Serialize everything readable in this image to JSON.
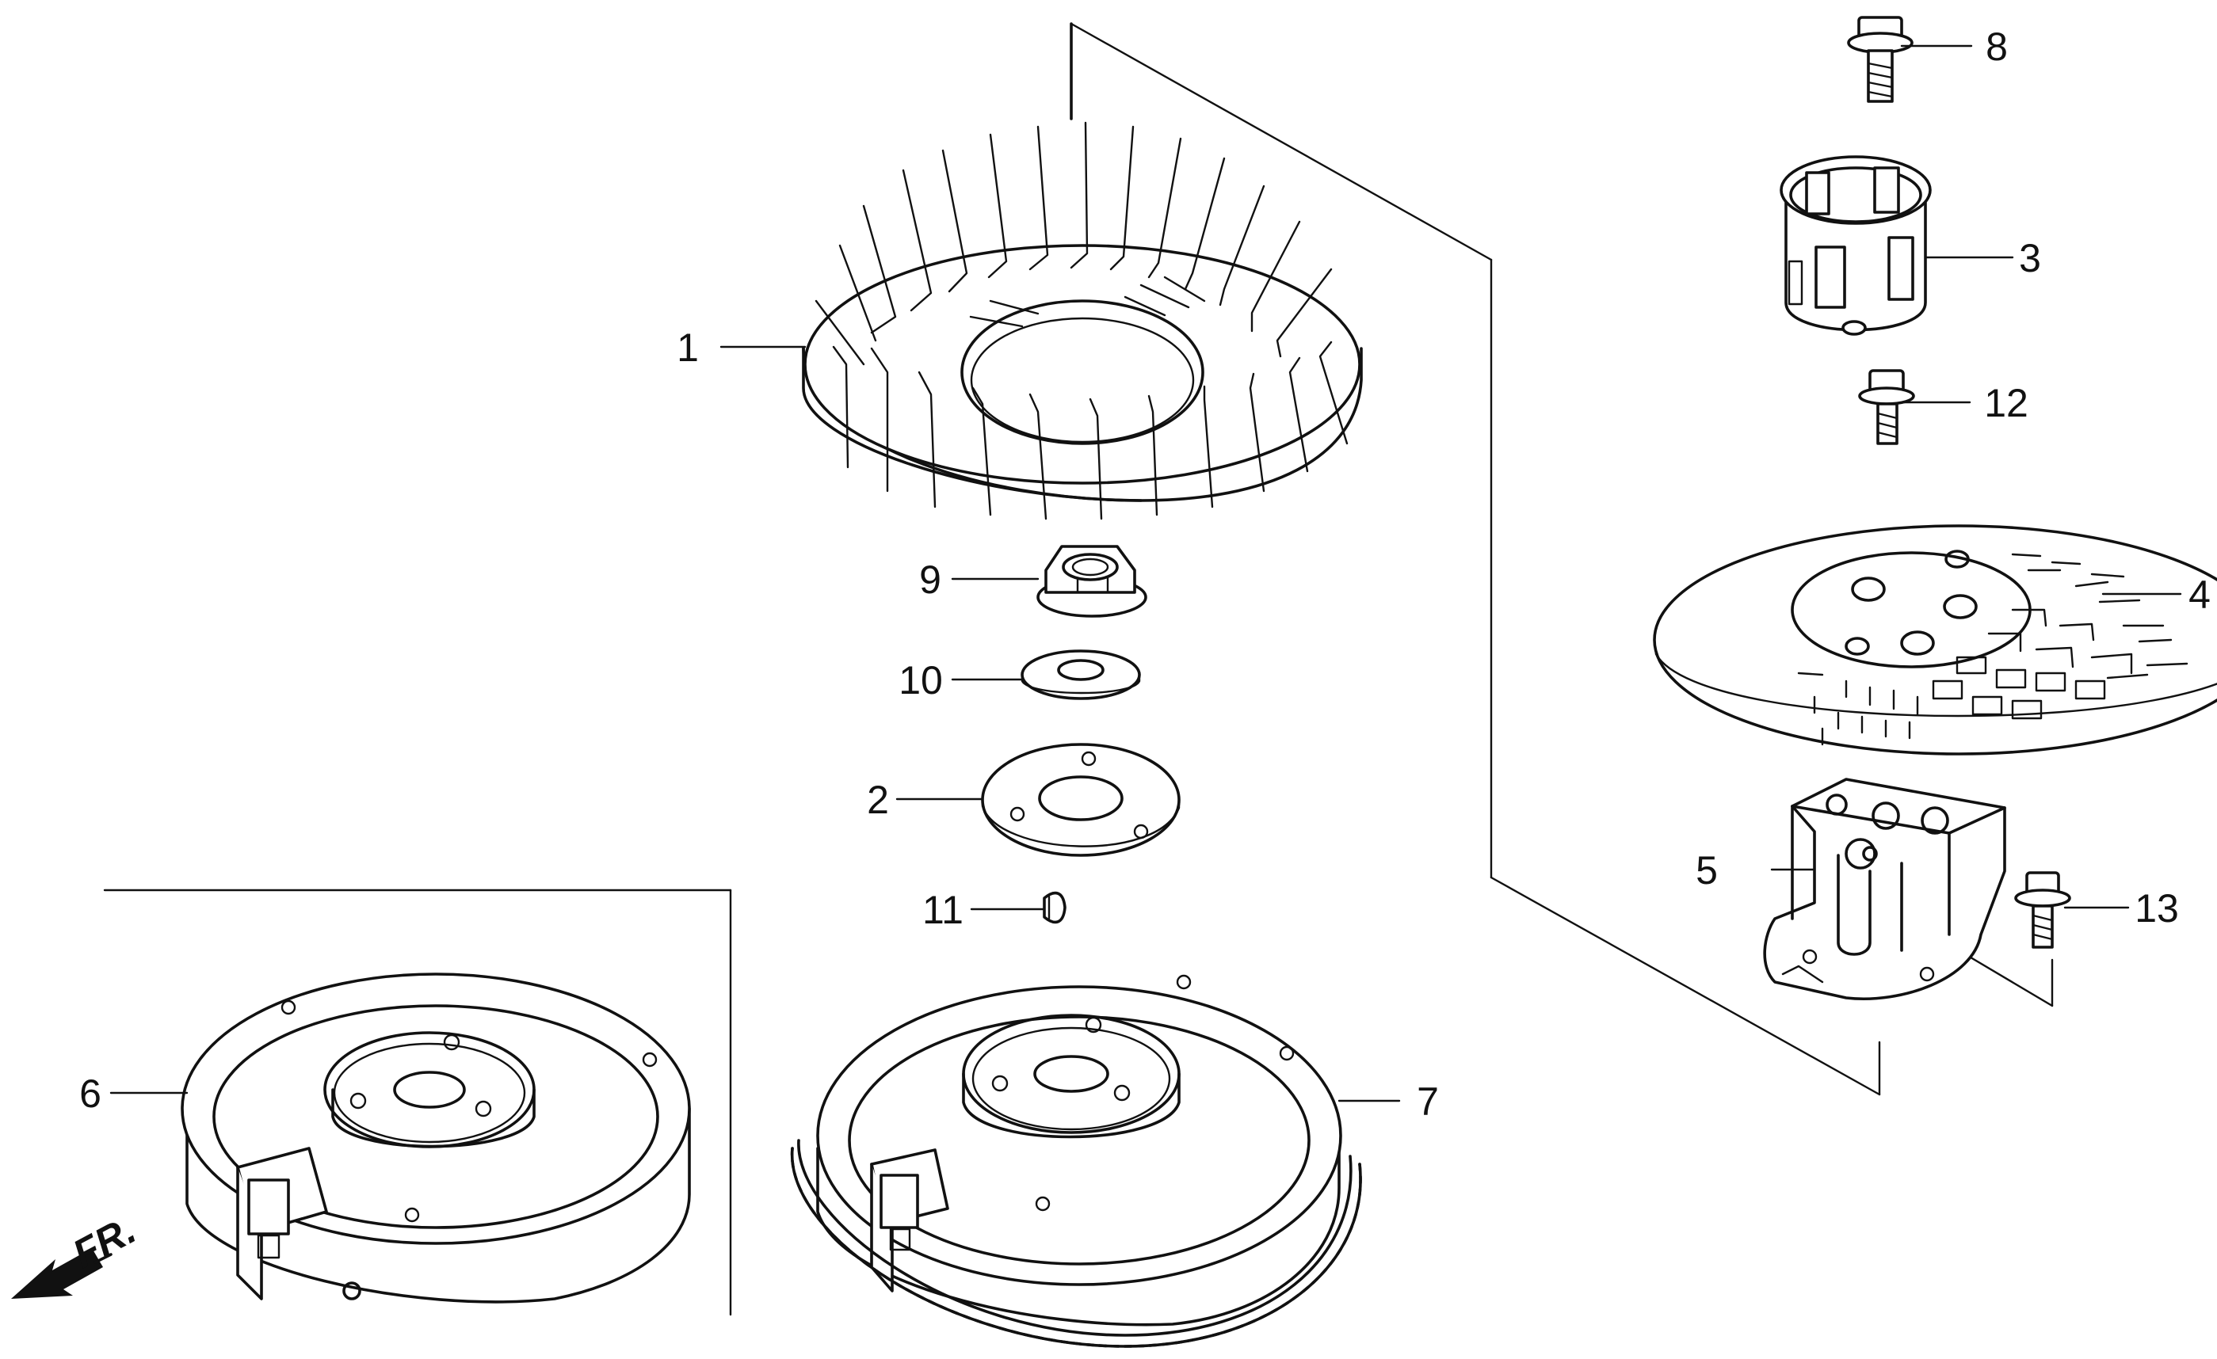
{
  "callouts": [
    {
      "key": "c1",
      "label": "1"
    },
    {
      "key": "c2",
      "label": "2"
    },
    {
      "key": "c3",
      "label": "3"
    },
    {
      "key": "c4",
      "label": "4"
    },
    {
      "key": "c5",
      "label": "5"
    },
    {
      "key": "c6",
      "label": "6"
    },
    {
      "key": "c7",
      "label": "7"
    },
    {
      "key": "c8",
      "label": "8"
    },
    {
      "key": "c9",
      "label": "9"
    },
    {
      "key": "c10",
      "label": "10"
    },
    {
      "key": "c11",
      "label": "11"
    },
    {
      "key": "c12",
      "label": "12"
    },
    {
      "key": "c13",
      "label": "13"
    }
  ],
  "direction_label": "FR."
}
